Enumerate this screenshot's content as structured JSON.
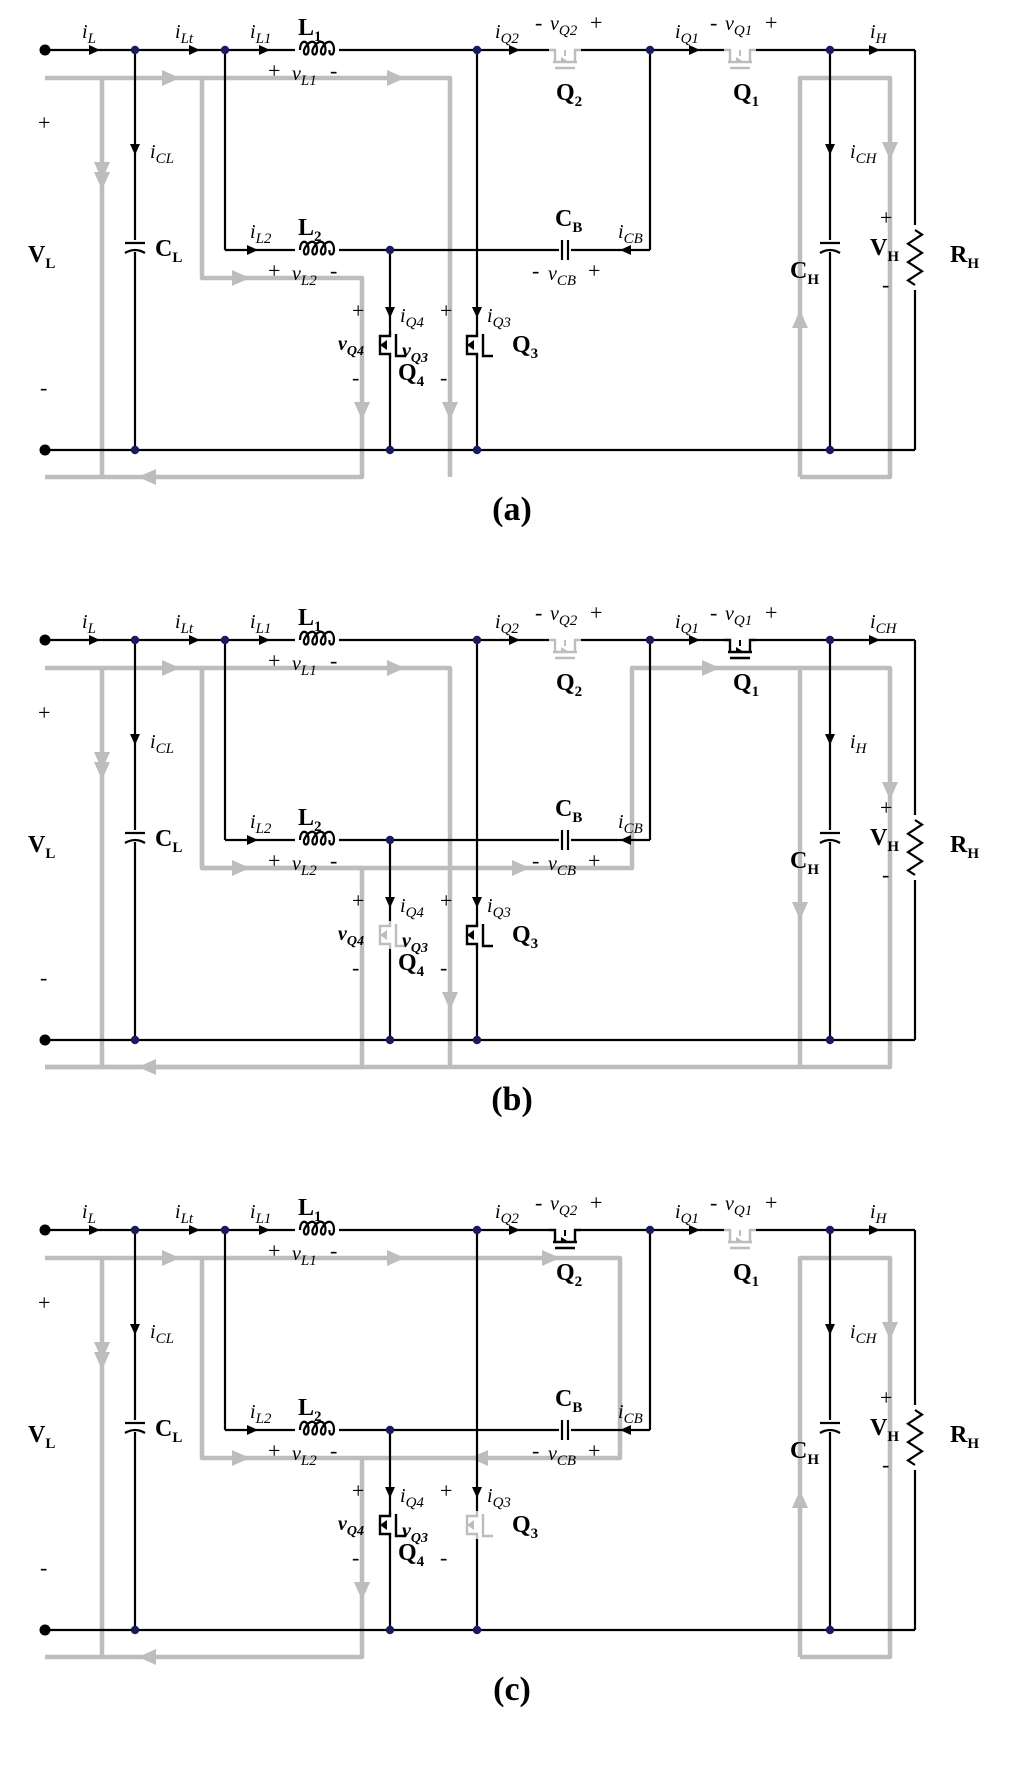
{
  "panels": [
    {
      "caption": "(a)",
      "active": {
        "Q1": false,
        "Q2": false,
        "Q3": true,
        "Q4": true
      },
      "top_right_current": "H",
      "ch_current": "CH"
    },
    {
      "caption": "(b)",
      "active": {
        "Q1": true,
        "Q2": false,
        "Q3": true,
        "Q4": false
      },
      "top_right_current": "CH",
      "ch_current": "H"
    },
    {
      "caption": "(c)",
      "active": {
        "Q1": false,
        "Q2": true,
        "Q3": false,
        "Q4": true
      },
      "top_right_current": "H",
      "ch_current": "CH"
    }
  ],
  "components": {
    "L": "L",
    "C": "C",
    "V": "V",
    "R": "R",
    "Q": "Q",
    "sub_L": "L",
    "sub_H": "H",
    "sub_B": "B",
    "n1": "1",
    "n2": "2",
    "n3": "3",
    "n4": "4"
  },
  "currents": {
    "i": "i",
    "L": "L",
    "Lt": "Lt",
    "L1": "L1",
    "L2": "L2",
    "CL": "CL",
    "CH": "CH",
    "CB": "CB",
    "H": "H",
    "Q1": "Q1",
    "Q2": "Q2",
    "Q3": "Q3",
    "Q4": "Q4"
  },
  "voltages": {
    "v": "v",
    "plus": "+",
    "minus": "-",
    "L1": "L1",
    "L2": "L2",
    "CB": "CB",
    "Q1": "Q1",
    "Q2": "Q2",
    "Q3": "Q3",
    "Q4": "Q4"
  },
  "colors": {
    "wire": "#000000",
    "current_path": "#bdbdbd",
    "inactive_switch": "#bdbdbd",
    "node": "#1a1a5e"
  }
}
